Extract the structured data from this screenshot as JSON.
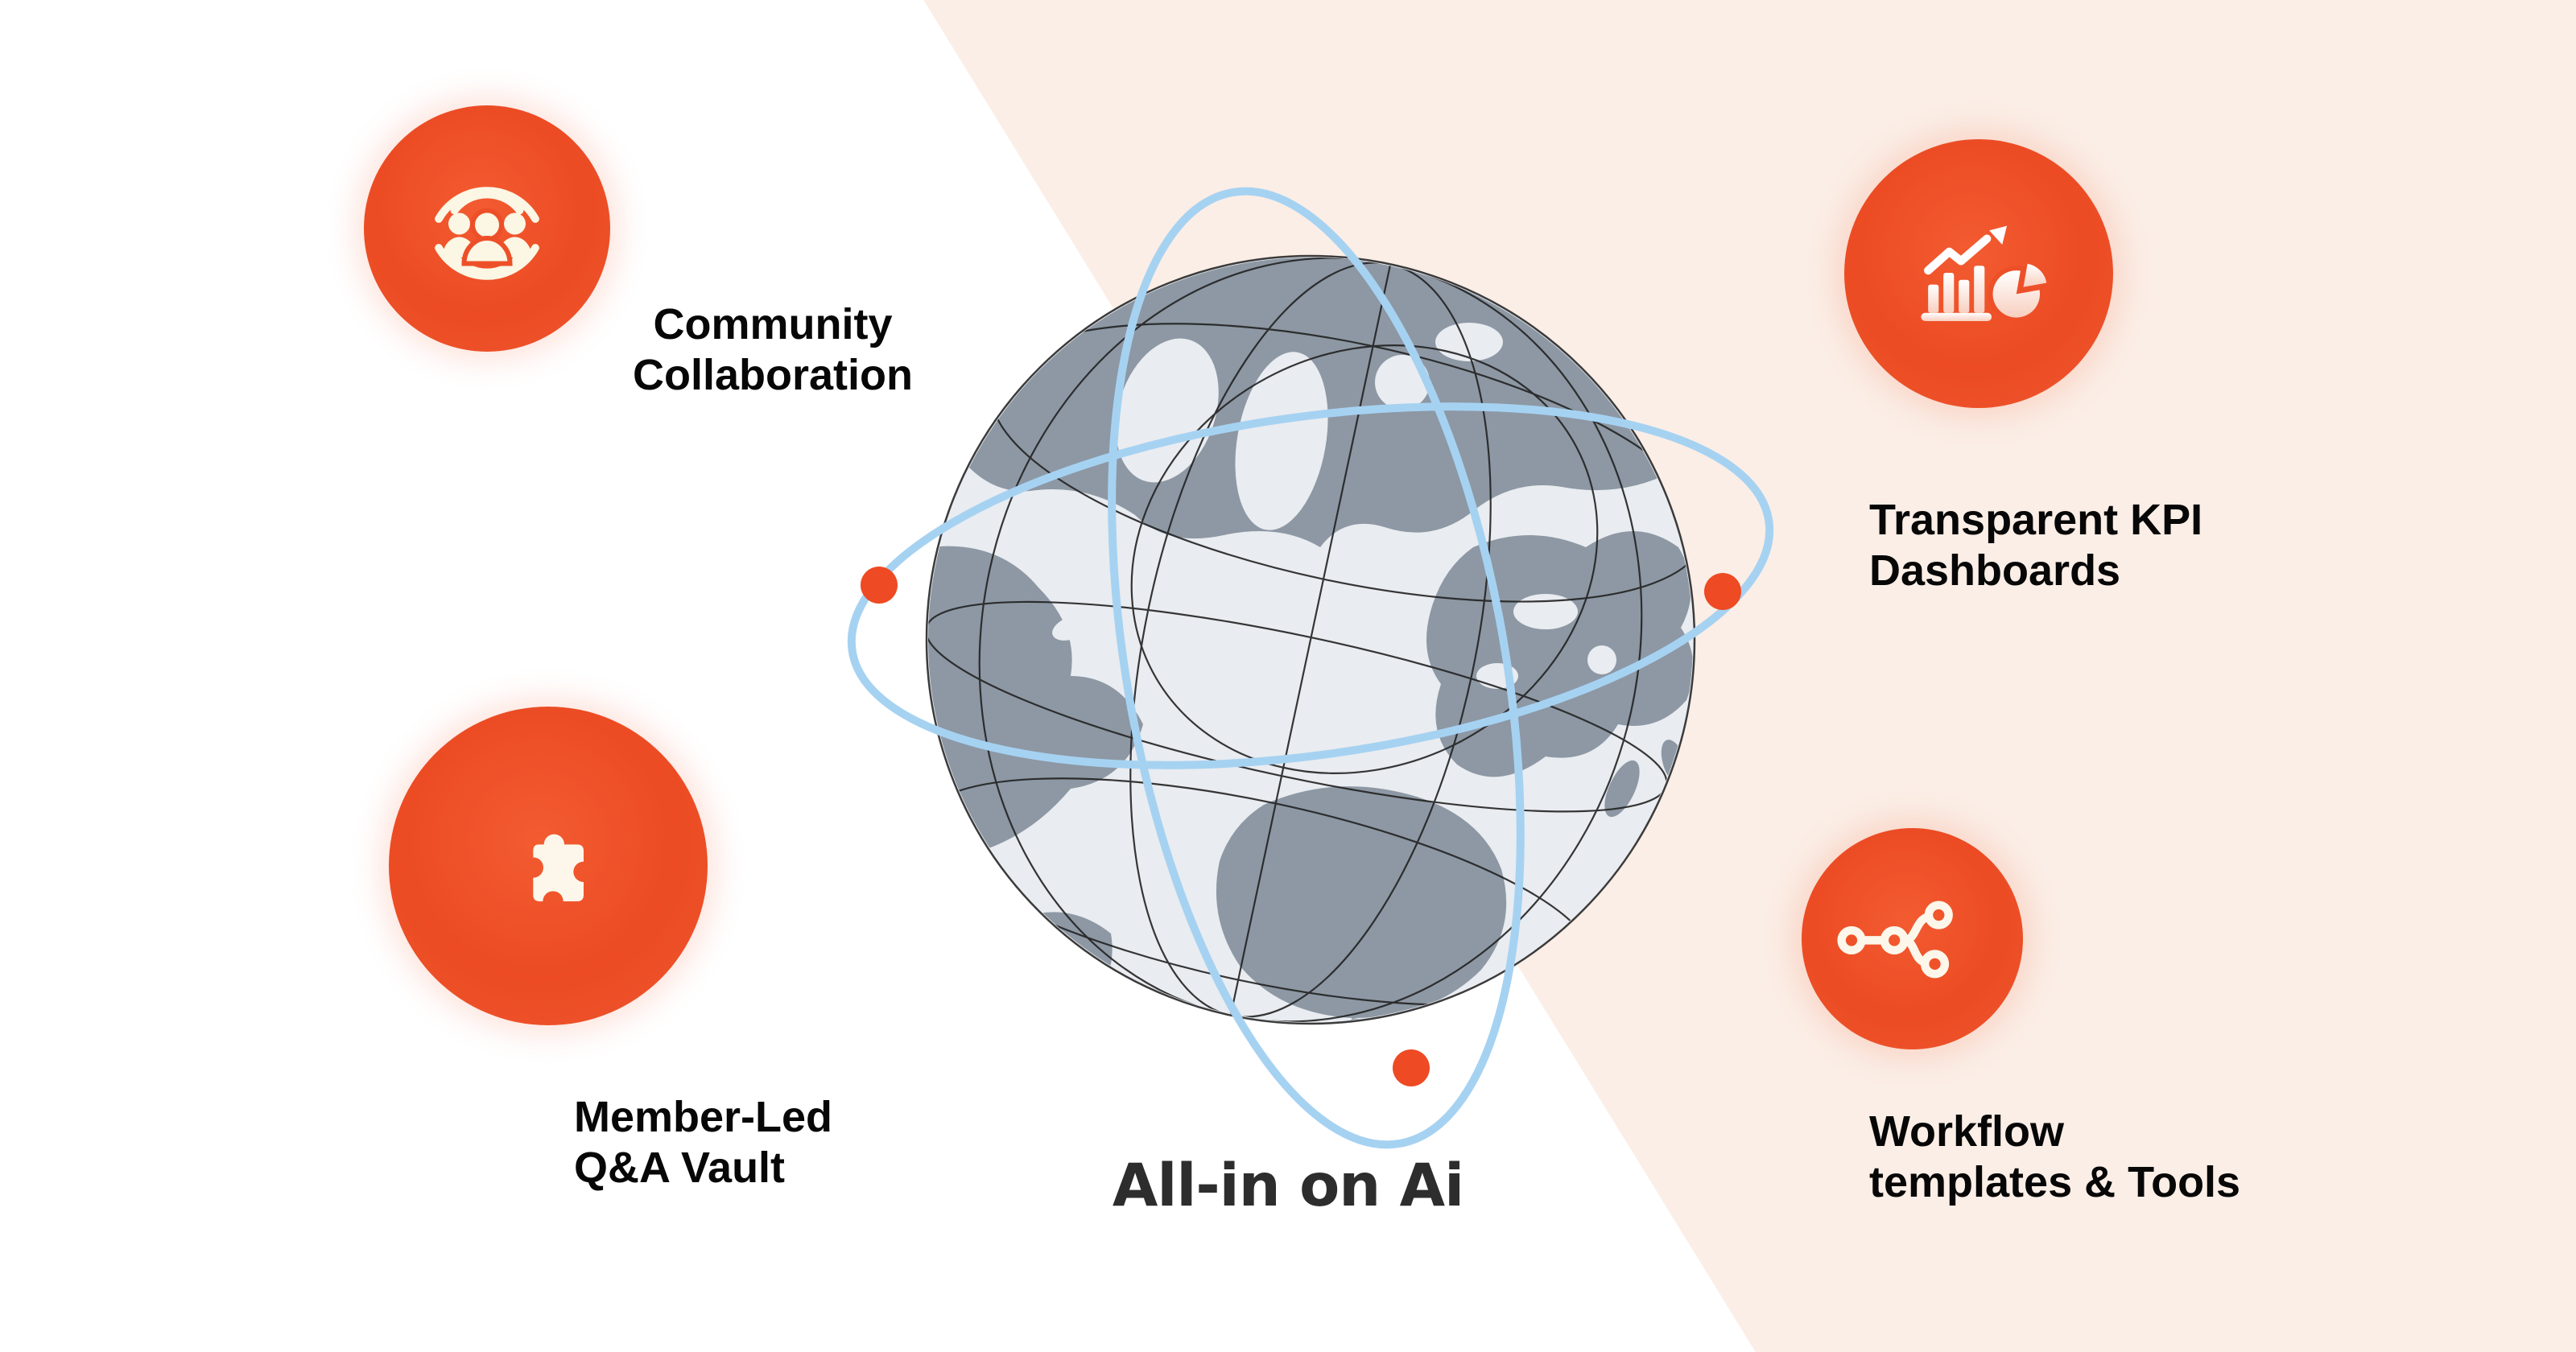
{
  "title": {
    "text": "All-in on Ai"
  },
  "features": [
    {
      "id": "community-collaboration",
      "label": "Community\nCollaboration",
      "icon": "people-group-icon"
    },
    {
      "id": "member-led-qa-vault",
      "label": "Member-Led\nQ&A Vault",
      "icon": "puzzle-piece-icon"
    },
    {
      "id": "transparent-kpi-dashboards",
      "label": "Transparent KPI\nDashboards",
      "icon": "kpi-chart-icon"
    },
    {
      "id": "workflow-templates-tools",
      "label": "Workflow\ntemplates & Tools",
      "icon": "workflow-branch-icon"
    }
  ],
  "globe": {
    "orbit_dot_count": 3
  },
  "colors": {
    "accent_orange": "#ec4b23",
    "orbit_dot_orange": "#ee4a23",
    "orbit_blue": "#a6d2f2",
    "background_left": "#ffffff",
    "background_right": "#fbeee6",
    "land_gray": "#8d98a4",
    "ocean_gray": "#e9ecf0",
    "label_black": "#070707",
    "title_charcoal": "#2d2d2d",
    "icon_cream": "#fcf7ea"
  }
}
